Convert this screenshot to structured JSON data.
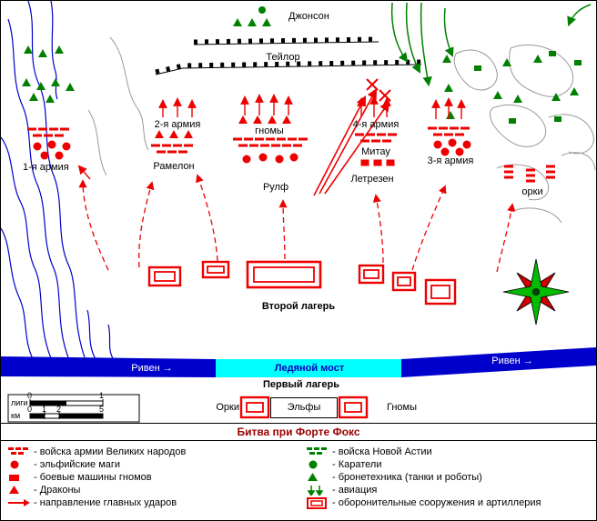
{
  "title": "Битва при Форте Фокс",
  "map": {
    "green_labels": {
      "johnson": "Джонсон",
      "taylor": "Тейлор"
    },
    "red_labels": {
      "army1": "1-я армия",
      "army2": "2-я армия",
      "army3": "3-я армия",
      "army4": "4-я армия",
      "ramelon": "Рамелон",
      "gnomes": "гномы",
      "rulf": "Рулф",
      "mitau": "Митау",
      "letrezen": "Летрезен",
      "orcs": "орки"
    },
    "camps": {
      "second": "Второй лагерь",
      "first": "Первый лагерь"
    },
    "river": {
      "name_left": "Ривен →",
      "name_right": "Ривен →",
      "bridge": "Ледяной мост"
    },
    "bottom_camps": {
      "orcs": "Орки",
      "elves": "Эльфы",
      "gnomes": "Гномы"
    },
    "scale": {
      "row1_label": "лиги",
      "row2_label": "км",
      "row1_ticks": [
        "0",
        "1"
      ],
      "row2_ticks": [
        "0",
        "1",
        "2",
        "5"
      ]
    }
  },
  "legend": {
    "left": [
      {
        "icon": "red-troops-icon",
        "label": "- войска армии Великих народов"
      },
      {
        "icon": "red-mage-icon",
        "label": "- эльфийские маги"
      },
      {
        "icon": "red-machine-icon",
        "label": "- боевые машины гномов"
      },
      {
        "icon": "red-dragon-icon",
        "label": "- Драконы"
      },
      {
        "icon": "red-strike-arrow-icon",
        "label": "- направление главных ударов"
      }
    ],
    "right": [
      {
        "icon": "green-troops-icon",
        "label": "- войска Новой Астии"
      },
      {
        "icon": "green-punisher-icon",
        "label": "- Каратели"
      },
      {
        "icon": "green-armor-icon",
        "label": "- бронетехника (танки и роботы)"
      },
      {
        "icon": "green-aviation-icon",
        "label": "- авиация"
      },
      {
        "icon": "red-fort-icon",
        "label": "- оборонительные сооружения и артиллерия"
      }
    ]
  },
  "colors": {
    "unit_red": "#ee0000",
    "unit_green": "#008000",
    "river_blue": "#0000cc",
    "bridge_cyan": "#00ffff",
    "title_red": "#990000",
    "contour_gray": "#999999"
  }
}
